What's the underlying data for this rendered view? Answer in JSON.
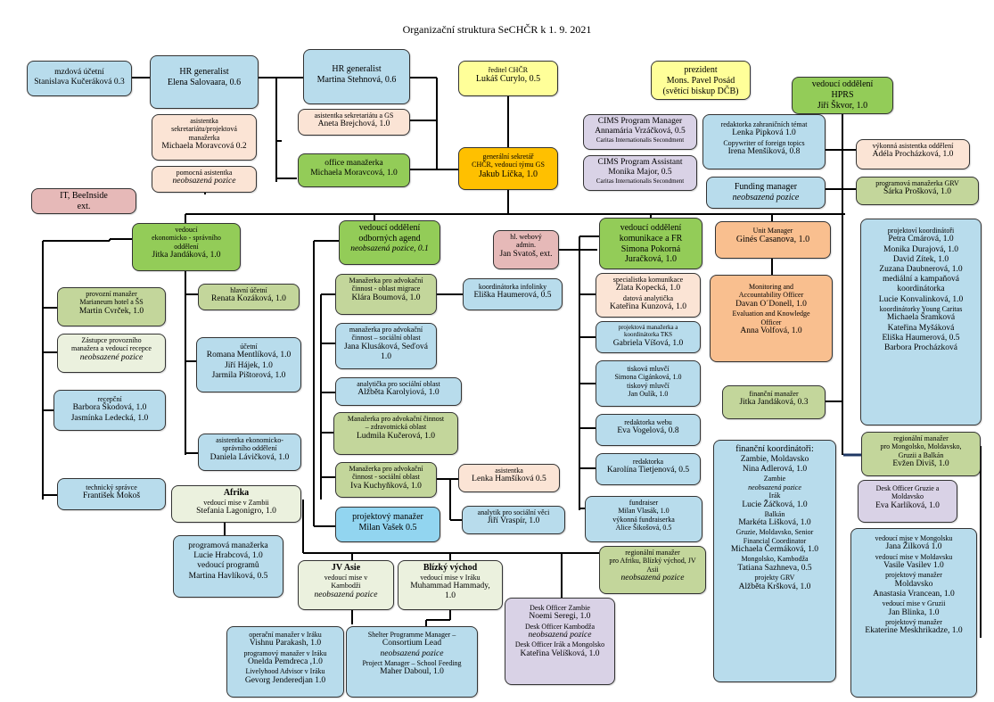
{
  "title": "Organizační struktura SeCHČR k 1. 9. 2021",
  "colors": {
    "blue": "#b8dcec",
    "green": "#93cc58",
    "olive": "#c3d69b",
    "light_green": "#ebf1de",
    "peach": "#fbe4d5",
    "orange": "#f9bf8f",
    "yellow": "#ffc000",
    "light_yellow": "#ffff99",
    "purple": "#d9d2e6",
    "pink": "#e6b9b8",
    "line": "#000000",
    "accent_line": "#1f3864"
  },
  "boxes": {
    "mzdova": [
      "mzdová účetní",
      "Stanislava Kučeráková 0.3"
    ],
    "hr1": [
      "HR generalist",
      "Elena Salovaara, 0.6"
    ],
    "hr2": [
      "HR generalist",
      "Martina Stehnová, 0.6"
    ],
    "asist_sekr": [
      "asistentka",
      "sekretariátu/projektová",
      "manažerka",
      "Michaela Moravcová 0.2"
    ],
    "pomocna": [
      "pomocná asistentka",
      "neobsazená pozice"
    ],
    "it": [
      "IT, BeeInside",
      "ext."
    ],
    "asist_gs": [
      "asistentka sekretariátu a GS",
      "Aneta Brejchová, 1.0"
    ],
    "office": [
      "office manažerka",
      "Michaela Moravcová, 1.0"
    ],
    "reditel": [
      "ředitel CHČR",
      "Lukáš Curylo, 0.5"
    ],
    "gs": [
      "generální sekretář",
      "CHČR, vedoucí týmu GS",
      "Jakub Líčka, 1.0"
    ],
    "prezident": [
      "prezident",
      "Mons. Pavel Posád",
      "(světící biskup DČB)"
    ],
    "cims1": [
      "CIMS Program Manager",
      "Annamária Vrzáčková, 0.5",
      "Caritas Internationalis Secondment"
    ],
    "cims2": [
      "CIMS Program Assistant",
      "Monika Major, 0.5",
      "Caritas Internationalis Secondment"
    ],
    "hprs": [
      "vedoucí oddělení",
      "HPRS",
      "Jiří Škvor, 1.0"
    ],
    "redaktorka_zahr": [
      "redaktorka zahraničních témat",
      "Lenka Pipková 1.0",
      "Copywriter of foreign topics",
      "Irena Menšíková, 0.8"
    ],
    "vykonna": [
      "výkonná asistentka oddělení",
      "Adéla Procházková, 1.0"
    ],
    "funding": [
      "Funding manager",
      "neobsazená pozice"
    ],
    "grv": [
      "programová manažerka GRV",
      "Šárka Prošková, 1.0"
    ],
    "ekon": [
      "vedoucí",
      "ekonomicko - správního",
      "oddělení",
      "Jitka Jandáková, 1.0"
    ],
    "odborne": [
      "vedoucí oddělení",
      "odborných agend",
      "neobsazená pozice, 0.1"
    ],
    "webovy": [
      "hl. webový",
      "admin.",
      "Jan Svatoš, ext."
    ],
    "komunikace": [
      "vedoucí oddělení",
      "komunikace a FR",
      "Simona Pokorná",
      "Juračková, 1.0"
    ],
    "unit": [
      "Unit Manager",
      "Ginés Casanova, 1.0"
    ],
    "monitoring": [
      "Monitoring and",
      "Accountability Officer",
      "Davan O´Donell, 1.0",
      "",
      "Evaluation and Knowledge",
      "Officer",
      "Anna Volfová, 1.0"
    ],
    "koordinatori": [
      "projektoví koordinátoři",
      "Petra Cmárová, 1.0",
      "Monika Durajová, 1.0",
      "David Zítek, 1.0",
      "Zuzana Daubnerová, 1.0",
      "",
      "mediální a kampaňová",
      "koordinátorka",
      "Lucie Konvalinková, 1.0",
      "",
      "koordinátorky Young Caritas",
      "Michaela Šramková",
      "Kateřina Myšáková",
      "Eliška Haumerová, 0.5",
      "Barbora Procházková"
    ],
    "provozni": [
      "provozní manažer",
      "Marianeum hotel a ŠS",
      "Martin Cvrček, 1.0"
    ],
    "zastupce": [
      "Zástupce provozního",
      "manažera a vedoucí recepce",
      "neobsazené pozice"
    ],
    "recepce": [
      "recepční",
      "Barbora Škodová, 1.0",
      "Jasmínka Ledecká, 1.0"
    ],
    "technicky": [
      "technický správce",
      "František Mokoš"
    ],
    "hlavni_ucetni": [
      "hlavní účetní",
      "Renata Kozáková, 1.0"
    ],
    "ucetni": [
      "účetní",
      "Romana Mentlíková, 1.0",
      "Jiří Hájek, 1.0",
      "Jarmila Pištorová, 1.0"
    ],
    "asist_ekon": [
      "asistentka ekonomicko-",
      "správního oddělení",
      "Daniela Lávičková, 1.0"
    ],
    "advokacni_migrace": [
      "Manažerka pro advokační",
      "činnost - oblast migrace",
      "Klára Boumová, 1.0"
    ],
    "infolinky": [
      "koordinátorka infolinky",
      "Eliška Haumerová, 0.5"
    ],
    "advokacni_soc": [
      "manažerka pro advokační",
      "činnost – sociální oblast",
      "Jana Klusáková, Seďová",
      "1.0"
    ],
    "analyticka_soc": [
      "analytička pro sociální oblast",
      "Alžběta Karolyiová, 1.0"
    ],
    "advokacni_zdrav": [
      "Manažerka pro advokační činnost",
      "– zdravotnická oblast",
      "Ludmila Kučerová, 1.0"
    ],
    "advokacni_soc2": [
      "Manažerka pro advokační",
      "činnost - sociální oblast",
      "Iva Kuchyňková, 1.0"
    ],
    "asist_hamsik": [
      "asistentka",
      "Lenka Hamšíková 0.5"
    ],
    "analytik": [
      "analytik pro sociální věci",
      "Jiří Vrasp­ír, 1.0"
    ],
    "projektovy_vasek": [
      "projektový manažer",
      "Milan Vašek 0.5"
    ],
    "specialistka": [
      "specialistka komunikace",
      "Zlata Kopecká, 1.0",
      "datová analytička",
      "Kateřina Kunzová, 1.0"
    ],
    "tks": [
      "projektová manažerka a",
      "koordinátorka TKS",
      "Gabriela Víšová, 1.0"
    ],
    "tiskova": [
      "tisková mluvčí",
      "Simona Cigánková, 1.0",
      "tiskový mluvčí",
      "Jan Oulík, 1.0"
    ],
    "redaktorka_web": [
      "redaktorka  webu",
      "Eva Vogelová, 0.8"
    ],
    "redaktorka2": [
      "redaktorka",
      "Karolína Tietjenová, 0.5"
    ],
    "fundraiser": [
      "fundraiser",
      "Milan Vlasák, 1.0",
      "výkonná fundraiserka",
      "Alice Šikošová, 0.5"
    ],
    "financni_man": [
      "finanční manažer",
      "Jitka Jandáková, 0.3"
    ],
    "financni_koord": [
      "finanční koordinátoři:",
      "Zambie, Moldavsko",
      "Nina Adlerová, 1.0",
      "",
      "Zambie",
      "neobsazená pozice",
      "",
      "Irák",
      "Lucie Žáčková, 1.0",
      "",
      "Balkán",
      "Markéta Lišková, 1.0",
      "",
      "Gruzie, Moldavsko, Senior",
      "Financial Coordinator",
      "Michaela Čermáková, 1.0",
      "",
      "Mongolsko, Kambodža",
      "Tatiana Sazhneva, 0.5",
      "",
      "projekty GRV",
      "Alžběta Kršková, 1.0"
    ],
    "regionalni_mong": [
      "regionální manažer",
      "pro Mongolsko, Moldavsko,",
      "Gruzii a Balkán",
      "Evžen Diviš, 1.0"
    ],
    "desk_gruzie": [
      "Desk Officer Gruzie a",
      "Moldavsko",
      "Eva Karlíková, 1.0"
    ],
    "mise": [
      "vedoucí mise v Mongolsku",
      "Jana Žilková 1.0",
      "",
      "vedoucí mise v Moldavsku",
      "Vasile Vasilev 1.0",
      "",
      "projektový manažer",
      "Moldavsko",
      "Anastasia Vrancean, 1.0",
      "",
      "vedoucí mise v Gruzii",
      "Jan Blinka, 1.0",
      "",
      "projektový manažer",
      "Ekaterine Meskhrikadze, 1.0"
    ],
    "afrika": [
      "Afrika",
      "vedoucí mise v Zambii",
      "Stefania Lagonigro, 1.0"
    ],
    "programova_afr": [
      "programová manažerka",
      "Lucie Hrabcová, 1.0",
      "",
      "vedoucí programů",
      "Martina Havlíková, 0.5"
    ],
    "jv_asie": [
      "JV Asie",
      "vedoucí mise v",
      "Kambodži",
      "neobsazená pozice"
    ],
    "blizky": [
      "Blízký východ",
      "vedoucí mise v Iráku",
      "Muhammad Hammady,",
      "1.0"
    ],
    "regionalni_afr": [
      "regionální manažer",
      "pro Afriku, Blízký východ, JV",
      "Asii",
      "neobsazená pozice"
    ],
    "desk_zambie": [
      "Desk Officer Zambie",
      "Noemi Seregi, 1.0",
      "",
      "Desk Officer Kambodža",
      "neobsazená pozice",
      "",
      "Desk Officer Irák a Mongolsko",
      "Kateřina Velíšková, 1.0"
    ],
    "irak": [
      "operační manažer v Iráku",
      "Vishnu Parakash, 1.0",
      "programový manažer v Iráku",
      "Onelda Pemdreca ,1.0",
      "Livelyhood Advisor v Iráku",
      "Gevorg Jenderedjan 1.0"
    ],
    "shelter": [
      "Shelter Programme Manager –",
      "Consortium Lead",
      "neobsazená pozice",
      "Project  Manager – School Feeding",
      "Maher Daboul, 1.0"
    ]
  }
}
